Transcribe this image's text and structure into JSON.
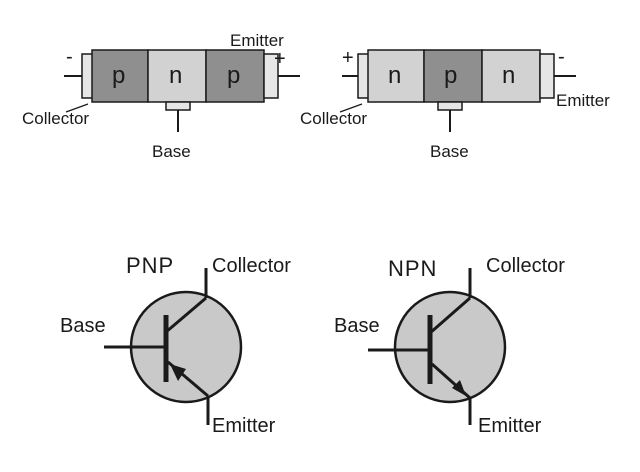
{
  "top_left": {
    "segments": [
      "p",
      "n",
      "p"
    ],
    "left_sign": "-",
    "right_sign": "+",
    "collector": "Collector",
    "base": "Base",
    "emitter": "Emitter"
  },
  "top_right": {
    "segments": [
      "n",
      "p",
      "n"
    ],
    "left_sign": "+",
    "right_sign": "-",
    "collector": "Collector",
    "base": "Base",
    "emitter": "Emitter"
  },
  "pnp_symbol": {
    "title": "PNP",
    "collector": "Collector",
    "base": "Base",
    "emitter": "Emitter"
  },
  "npn_symbol": {
    "title": "NPN",
    "collector": "Collector",
    "base": "Base",
    "emitter": "Emitter"
  },
  "colors": {
    "p_region": "#8f8f8f",
    "n_region": "#d2d2d2",
    "lead": "#e6e6e6",
    "body_fill": "#c9c9c9",
    "stroke": "#1a1a1a"
  }
}
